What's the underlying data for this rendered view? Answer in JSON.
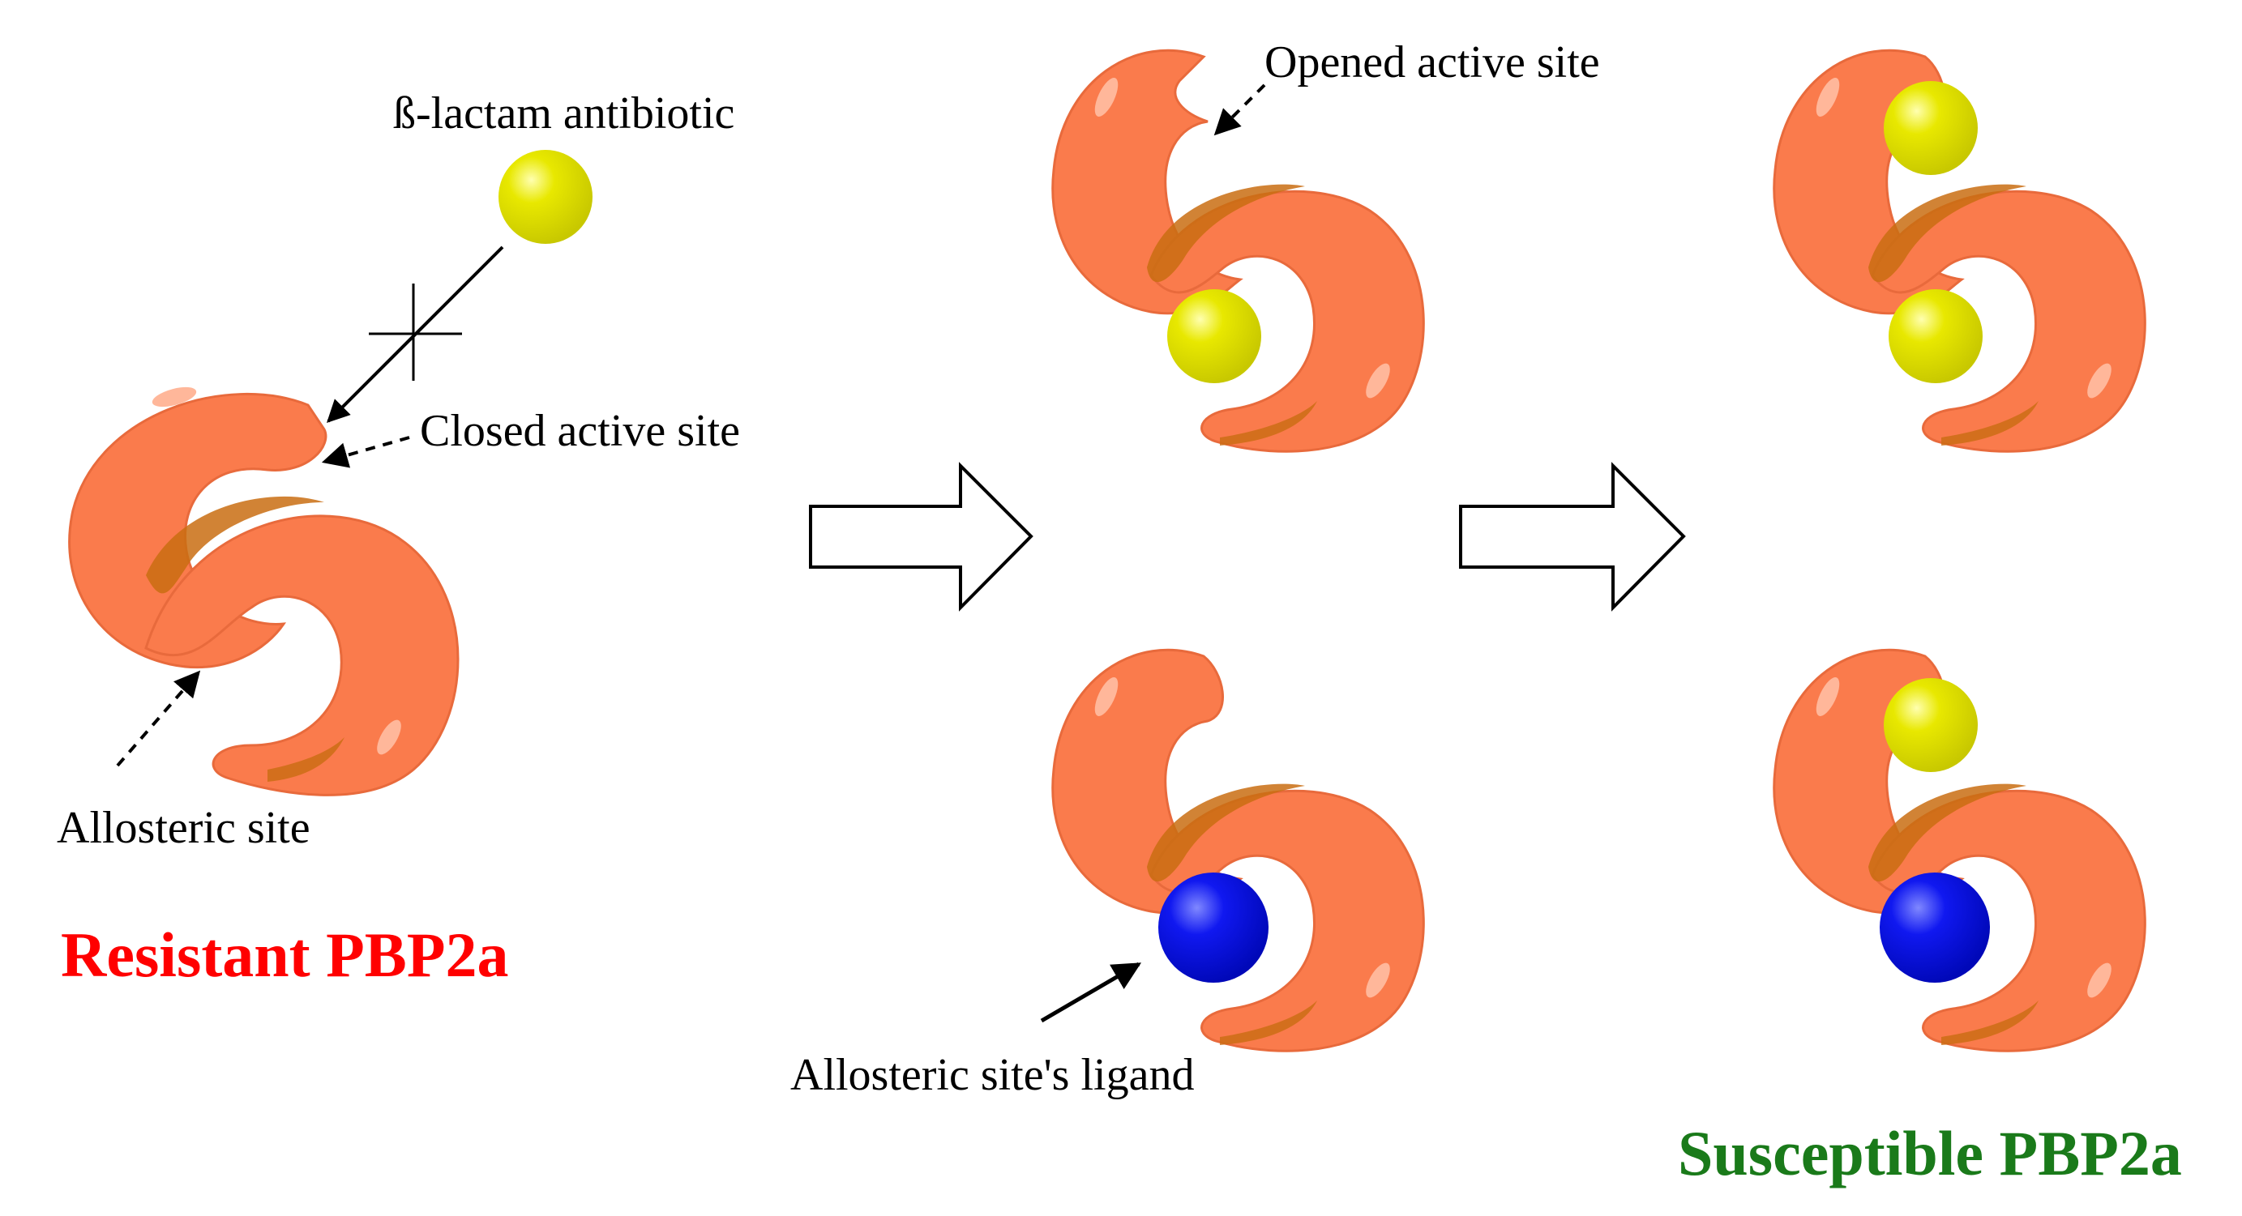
{
  "labels": {
    "antibiotic": "ß-lactam antibiotic",
    "closed_site": "Closed active site",
    "allosteric_site": "Allosteric site",
    "opened_site": "Opened active site",
    "ligand": "Allosteric site's ligand"
  },
  "captions": {
    "resistant": "Resistant PBP2a",
    "susceptible": "Susceptible PBP2a"
  },
  "colors": {
    "protein": "#fa7b4c",
    "protein_groove": "#c96d12",
    "antibiotic": "#dcdc00",
    "ligand": "#0a10e6",
    "resistant_caption": "#ff0000",
    "susceptible_caption": "#1a7a1a"
  }
}
